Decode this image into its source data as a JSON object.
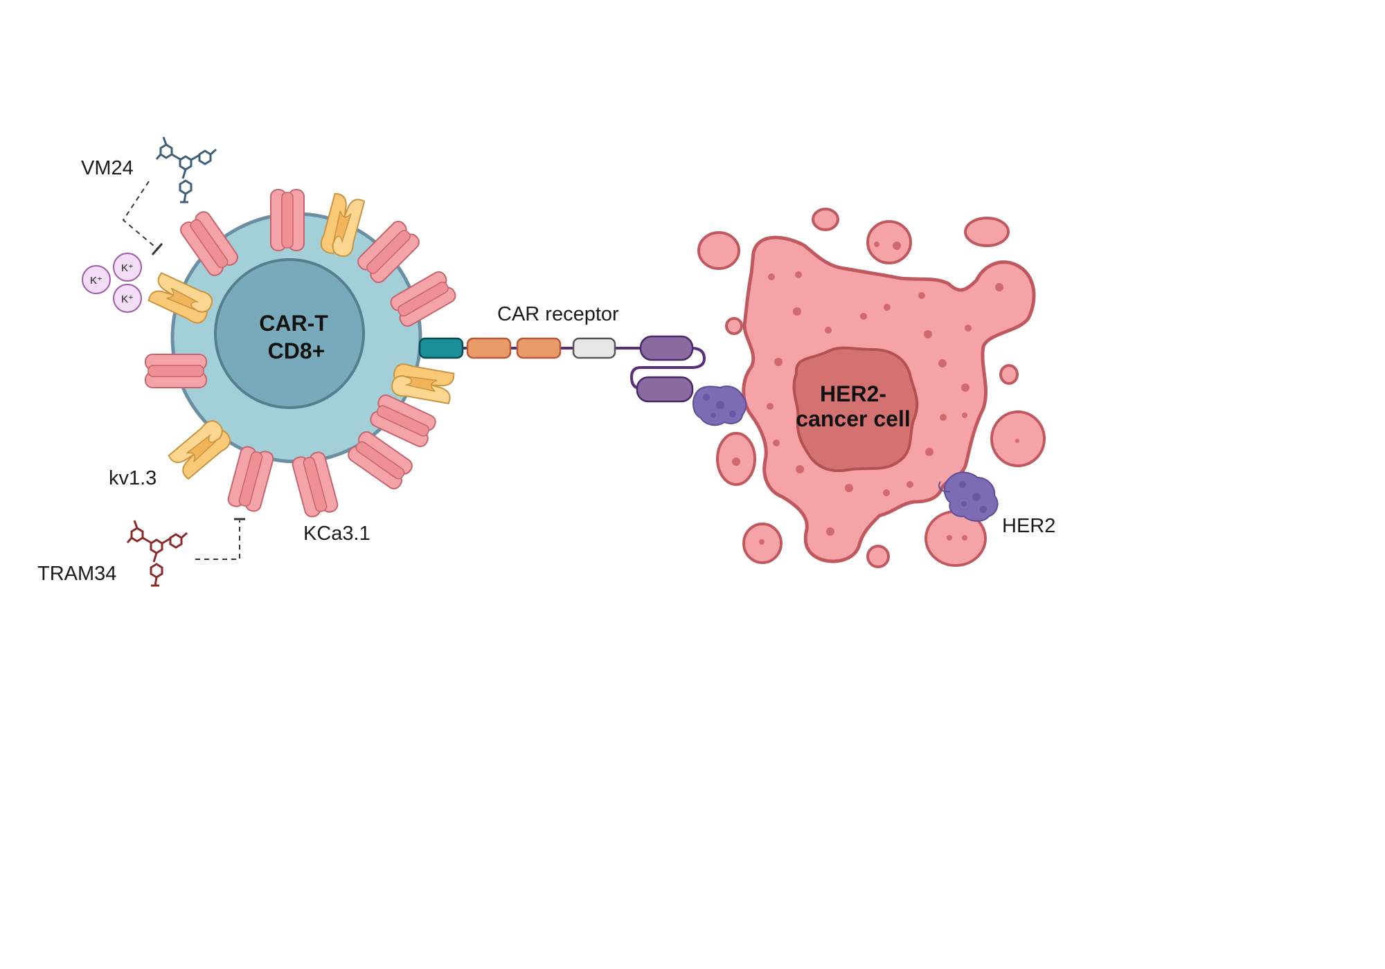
{
  "labels": {
    "vm24": "VM24",
    "kv13": "kv1.3",
    "kca31": "KCa3.1",
    "tram34": "TRAM34",
    "car_receptor": "CAR receptor",
    "her2": "HER2"
  },
  "car_t_cell": {
    "line1": "CAR-T",
    "line2": "CD8+"
  },
  "cancer_cell": {
    "line1": "HER2-",
    "line2": "cancer cell"
  },
  "ions": [
    "K⁺",
    "K⁺",
    "K⁺"
  ],
  "colors": {
    "tcell_membrane": "#a3cfd9",
    "tcell_nucleus": "#78aabb",
    "kca_channel": "#f4a3a8",
    "kv_channel": "#f9c977",
    "cancer_cell": "#f5a3a6",
    "cancer_nucleus": "#d47272",
    "her2": "#7d6bb3",
    "car_teal": "#1a8f97",
    "car_orange": "#e89a68",
    "car_grey": "#e6e6e6",
    "car_purple": "#8a6aa0",
    "vm24_molecule": "#3d5f7a",
    "tram34_molecule": "#8b2a2a",
    "ion_fill": "#f3dcf5"
  },
  "icons": {
    "vm24": "molecule-icon",
    "tram34": "molecule-icon",
    "kca31": "ion-channel-icon",
    "kv13": "ion-channel-icon",
    "her2": "receptor-protein-icon"
  }
}
